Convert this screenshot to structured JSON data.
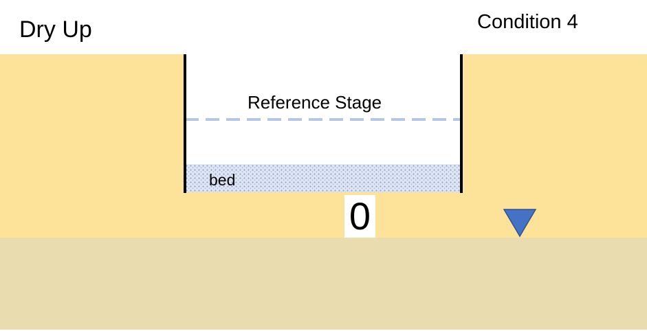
{
  "labels": {
    "title_left": "Dry Up",
    "title_right": "Condition 4",
    "reference_stage": "Reference Stage",
    "bed": "bed",
    "stage_value": "0"
  },
  "colors": {
    "upper_soil": "#fde39a",
    "lower_soil": "#e9ddb0",
    "channel_water": "#ffffff",
    "bed_fill": "#c9d4ea",
    "bed_dots": "#8fa3cc",
    "reference_line": "#b4c7e7",
    "walls": "#000000",
    "water_table_marker": "#4472c4"
  },
  "icons": {
    "water_table": "triangle-down-icon"
  }
}
